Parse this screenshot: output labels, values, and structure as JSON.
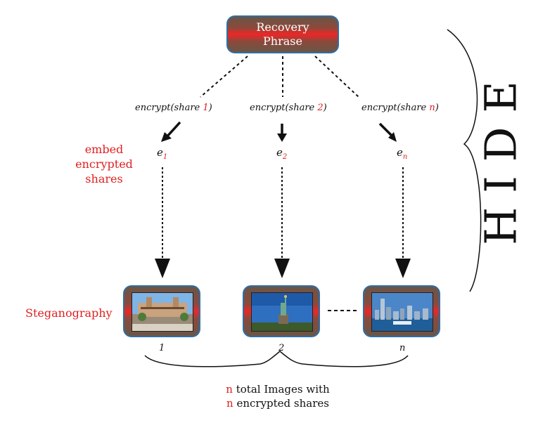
{
  "root": {
    "line1": "Recovery",
    "line2": "Phrase"
  },
  "encrypt_labels": [
    {
      "prefix": "encrypt(share ",
      "index": "1",
      "suffix": ")"
    },
    {
      "prefix": "encrypt(share ",
      "index": "2",
      "suffix": ")"
    },
    {
      "prefix": "encrypt(share ",
      "index": "n",
      "suffix": ")"
    }
  ],
  "encrypted": [
    {
      "base": "e",
      "sub": "1"
    },
    {
      "base": "e",
      "sub": "2"
    },
    {
      "base": "e",
      "sub": "n"
    }
  ],
  "side_labels": {
    "embed": [
      "embed",
      "encrypted",
      "shares"
    ],
    "steganography": "Steganography"
  },
  "images": [
    {
      "number": "1",
      "photo_icon": "ellis-island-photo"
    },
    {
      "number": "2",
      "photo_icon": "statue-of-liberty-photo"
    },
    {
      "number": "n",
      "photo_icon": "manhattan-skyline-photo"
    }
  ],
  "hide_label": "HIDE",
  "summary": {
    "line1_n": "n",
    "line1_text": " total Images with",
    "line2_n": "n",
    "line2_text": " encrypted shares"
  },
  "colors": {
    "accent_red": "#e02020",
    "frame_border": "#2d6fa6",
    "frame_brown": "#6b5546"
  }
}
